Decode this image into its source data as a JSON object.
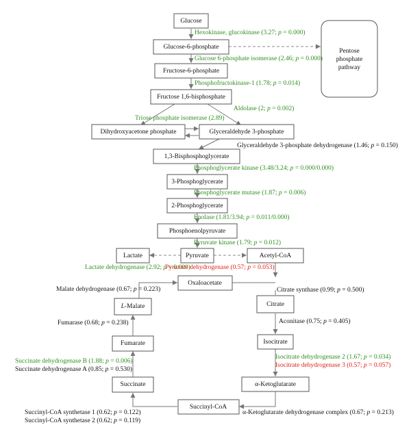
{
  "colors": {
    "up": "#2f8f1f",
    "down": "#e0201a",
    "neutral": "#111111"
  },
  "nodes": {
    "glucose": "Glucose",
    "g6p": "Glucose-6-phosphate",
    "f6p": "Fructose-6-phosphate",
    "f16bp": "Fructose 1,6-bisphosphate",
    "dhap": "Dihydroxyacetone phosphate",
    "g3p": "Glyceraldehyde 3-phosphate",
    "bpg13": "1,3-Bisphosphoglycerate",
    "pg3": "3-Phosphoglycerate",
    "pg2": "2-Phosphoglycerate",
    "pep": "Phosphoenolpyruvate",
    "lactate": "Lactate",
    "pyruvate": "Pyruvate",
    "acetylcoa": "Acetyl-CoA",
    "oxaloacetate": "Oxaloacetate",
    "citrate": "Citrate",
    "malate_prefix": "L",
    "malate": "-Malate",
    "isocitrate": "Isocitrate",
    "fumarate": "Fumarate",
    "akg": "α-Ketoglutarate",
    "succinate": "Succinate",
    "succinylcoa": "Succinyl-CoA",
    "ppp_line1": "Pentose",
    "ppp_line2": "phosphate",
    "ppp_line3": "pathway"
  },
  "enzymes": {
    "hexokinase": "Hexokinase, glucokinase (3.27; ",
    "hexokinase_p": " = 0.000)",
    "g6pi": "Glucose 6-phosphate isomerase (2.46; ",
    "g6pi_p": " = 0.000)",
    "pfk": "Phosphofructokinase-1 (1.78; ",
    "pfk_p": " = 0.014)",
    "aldolase": "Aldolase (2; ",
    "aldolase_p": " = 0.002)",
    "tpi": "Triose phosphate isomerase (2.89)",
    "gapdh": "Glyceraldehyde 3-phosphate dehydrogenase (1.46; ",
    "gapdh_p": " = 0.150)",
    "pgk": "Phosphoglycerate kinase (3.48/3.24; ",
    "pgk_p": " = 0.000/0.000)",
    "pgm": "Phosphoglycerate mutase (1.87; ",
    "pgm_p": " = 0.006)",
    "enolase": "Enolase (1.81/3.94; ",
    "enolase_p": " = 0.011/0.000)",
    "pk": "Pyruvate kinase (1.79; ",
    "pk_p": " = 0.012)",
    "ldh": "Lactate dehydrogenase (2.92; ",
    "ldh_p": " = 0.000)",
    "pdh": "Pyruvate dehydrogenase (0.57; ",
    "pdh_p": " = 0.053)",
    "mdh": "Malate dehydrogenase (0.67; ",
    "mdh_p": " = 0.223)",
    "cs": "Citrate synthase (0.99; ",
    "cs_p": " = 0.500)",
    "fumarase": "Fumarase (0.68; ",
    "fumarase_p": " = 0.238)",
    "aconitase": "Aconitase (0.75; ",
    "aconitase_p": " = 0.405)",
    "sdhb": "Succinate dehydrogenase B (1.88; ",
    "sdhb_p": " = 0.006)",
    "sdha": "Succinate dehydrogenase A (0.85; ",
    "sdha_p": " = 0.530)",
    "idh2": "Isocitrate dehydrogenase 2 (1.67; ",
    "idh2_p": " = 0.034)",
    "idh3": "Isocitrate dehydrogenase 3 (0.57; ",
    "idh3_p": " = 0.057)",
    "scs1": "Succinyl-CoA synthetase 1 (0.62; ",
    "scs1_p": " = 0.122)",
    "scs2": "Succinyl-CoA synthetase 2 (0.62; ",
    "scs2_p": " = 0.119)",
    "akgdh": "α-Ketoglutarate dehydrogenase complex (0.67; ",
    "akgdh_p": " = 0.213)",
    "p": "p"
  }
}
